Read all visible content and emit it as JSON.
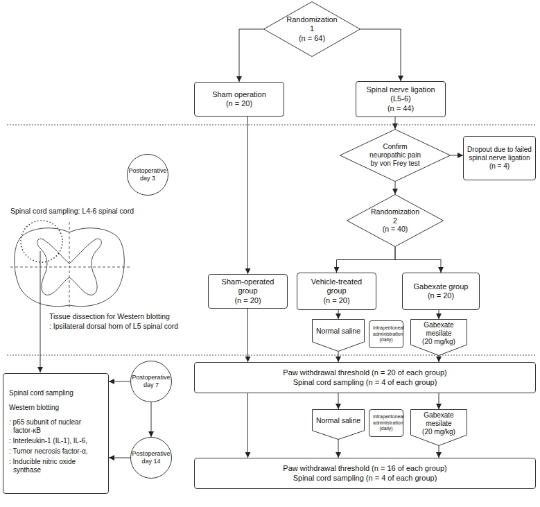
{
  "diagram": {
    "nodes": [
      {
        "text": [
          "Randomization 1",
          "(n = 64)"
        ]
      },
      {
        "text": [
          "Sham operation",
          "(n = 20)"
        ]
      },
      {
        "text": [
          "Spinal nerve ligation (L5-6)",
          "(n = 44)"
        ]
      },
      {
        "text": [
          "Postoperative day 3"
        ]
      },
      {
        "text": [
          "Confirm neuropathic pain by von Frey test"
        ]
      },
      {
        "text": [
          "Dropout due to failed spinal nerve ligation",
          "(n = 4)"
        ]
      },
      {
        "text": [
          "Randomization 2",
          "(n = 40)"
        ]
      },
      {
        "text": [
          "Sham-operated group",
          "(n = 20)"
        ]
      },
      {
        "text": [
          "Vehicle-treated group",
          "(n = 20)"
        ]
      },
      {
        "text": [
          "Gabexate group",
          "(n = 20)"
        ]
      },
      {
        "text": [
          "Normal saline"
        ]
      },
      {
        "text": [
          "Intraperitoneal administration (daily)"
        ]
      },
      {
        "text": [
          "Gabexate mesilate",
          "(20 mg/kg)"
        ]
      },
      {
        "text": [
          "Spinal cord sampling",
          "Western blotting",
          ": p65 subunit of nuclear factor-κB",
          ": Interleukin-1 (IL-1), IL-6,",
          ": Tumor necrosis factor-α,",
          ": Inducible nitric oxide synthase"
        ]
      },
      {
        "text": [
          "Postoperative day 7"
        ]
      },
      {
        "text": [
          "Paw withdrawal threshold (n = 20 of each group)",
          "Spinal cord sampling (n = 4 of each group)"
        ]
      },
      {
        "text": [
          "Normal saline"
        ]
      },
      {
        "text": [
          "Intraperitoneal administration (daily)"
        ]
      },
      {
        "text": [
          "Gabexate mesilate",
          "(20 mg/kg)"
        ]
      },
      {
        "text": [
          "Postoperative day 14"
        ]
      },
      {
        "text": [
          "Paw withdrawal threshold (n = 16 of each group)",
          "Spinal cord sampling (n = 4 of each group)"
        ]
      }
    ],
    "edges": [
      {
        "from": 0,
        "to": 1,
        "arrow": "to"
      },
      {
        "from": 0,
        "to": 2,
        "arrow": "to"
      },
      {
        "from": 1,
        "to": 7,
        "arrow": "to"
      },
      {
        "from": 2,
        "to": 4,
        "arrow": "to"
      },
      {
        "from": 4,
        "to": 5,
        "arrow": "to"
      },
      {
        "from": 4,
        "to": 6,
        "arrow": "to"
      },
      {
        "from": 6,
        "to": 8,
        "arrow": "to"
      },
      {
        "from": 6,
        "to": 9,
        "arrow": "to"
      },
      {
        "from": 7,
        "to": 15,
        "arrow": "to"
      },
      {
        "from": 8,
        "to": 10,
        "arrow": "to"
      },
      {
        "from": 9,
        "to": 12,
        "arrow": "to"
      },
      {
        "from": 10,
        "to": 15,
        "arrow": "to"
      },
      {
        "from": 12,
        "to": 15,
        "arrow": "to"
      },
      {
        "from": 15,
        "to": 16,
        "arrow": "to"
      },
      {
        "from": 15,
        "to": 18,
        "arrow": "to"
      },
      {
        "from": 15,
        "to": 20,
        "arrow": "to"
      },
      {
        "from": 16,
        "to": 20,
        "arrow": "to"
      },
      {
        "from": 18,
        "to": 20,
        "arrow": "to"
      },
      {
        "from": 14,
        "to": 13,
        "arrow": "to"
      },
      {
        "from": 19,
        "to": 13,
        "arrow": "to"
      },
      {
        "from": 14,
        "to": 19,
        "arrow": "to"
      }
    ],
    "labels": [
      "Spinal cord sampling: L4-6 spinal cord",
      "Tissue dissection for Western blotting",
      ": Ipsilateral dorsal horn of L5 spinal cord"
    ]
  }
}
